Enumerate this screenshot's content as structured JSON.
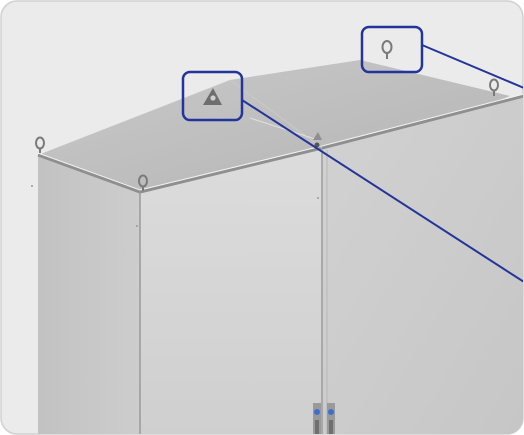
{
  "figure": {
    "subject": "enclosure-with-lifting-eyes",
    "callouts": [
      {
        "name": "lifting-eye-callout-top-right"
      },
      {
        "name": "lifting-bracket-callout-center"
      }
    ],
    "colors": {
      "frame_background": "#e9e9e9",
      "frame_border": "#cfcfcf",
      "cabinet_front": "#d6d6d6",
      "cabinet_side": "#c4c4c4",
      "cabinet_roof": "#bdbdbd",
      "callout": "#23349a",
      "latch_blue": "#3c6fd1"
    }
  }
}
